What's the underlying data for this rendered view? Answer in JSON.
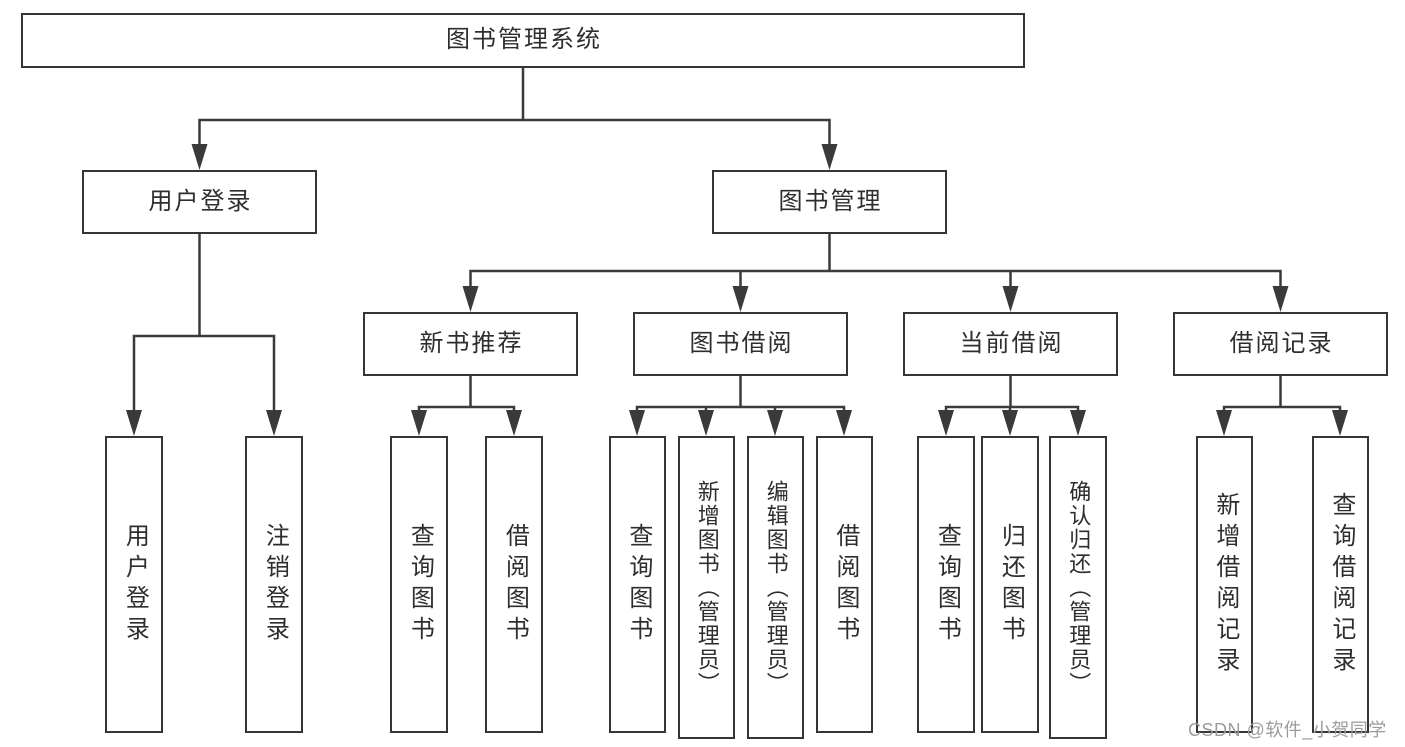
{
  "diagram_type": "hierarchy-tree",
  "tree": {
    "label": "图书管理系统",
    "children": [
      {
        "label": "用户登录",
        "children": [
          {
            "label": "用户登录"
          },
          {
            "label": "注销登录"
          }
        ]
      },
      {
        "label": "图书管理",
        "children": [
          {
            "label": "新书推荐",
            "children": [
              {
                "label": "查询图书"
              },
              {
                "label": "借阅图书"
              }
            ]
          },
          {
            "label": "图书借阅",
            "children": [
              {
                "label": "查询图书"
              },
              {
                "label": "新增图书（管理员）"
              },
              {
                "label": "编辑图书（管理员）"
              },
              {
                "label": "借阅图书"
              }
            ]
          },
          {
            "label": "当前借阅",
            "children": [
              {
                "label": "查询图书"
              },
              {
                "label": "归还图书"
              },
              {
                "label": "确认归还（管理员）"
              }
            ]
          },
          {
            "label": "借阅记录",
            "children": [
              {
                "label": "新增借阅记录"
              },
              {
                "label": "查询借阅记录"
              }
            ]
          }
        ]
      }
    ]
  },
  "watermark": {
    "text": "CSDN @软件_小贺同学"
  },
  "colors": {
    "background": "#ffffff",
    "line": "#3a3a3a",
    "box_border": "#353535",
    "text": "#2e2e2e",
    "watermark": "#9c9c9c"
  }
}
